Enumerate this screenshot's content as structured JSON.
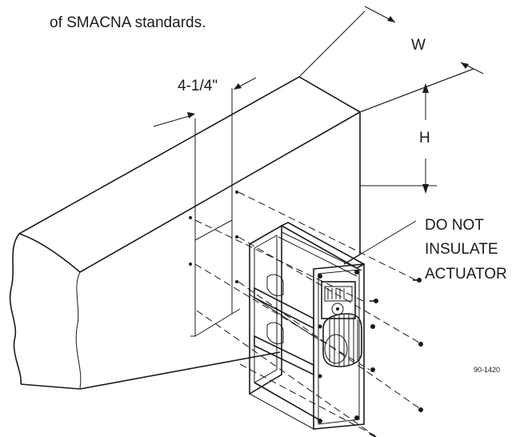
{
  "header": {
    "caption_fragment": "of SMACNA standards."
  },
  "dimensions": {
    "width_label": "W",
    "height_label": "H",
    "offset_label": "4-1/4\""
  },
  "note": {
    "line1": "DO NOT",
    "line2": "INSULATE",
    "line3": "ACTUATOR"
  },
  "figure_id": "90-1420"
}
